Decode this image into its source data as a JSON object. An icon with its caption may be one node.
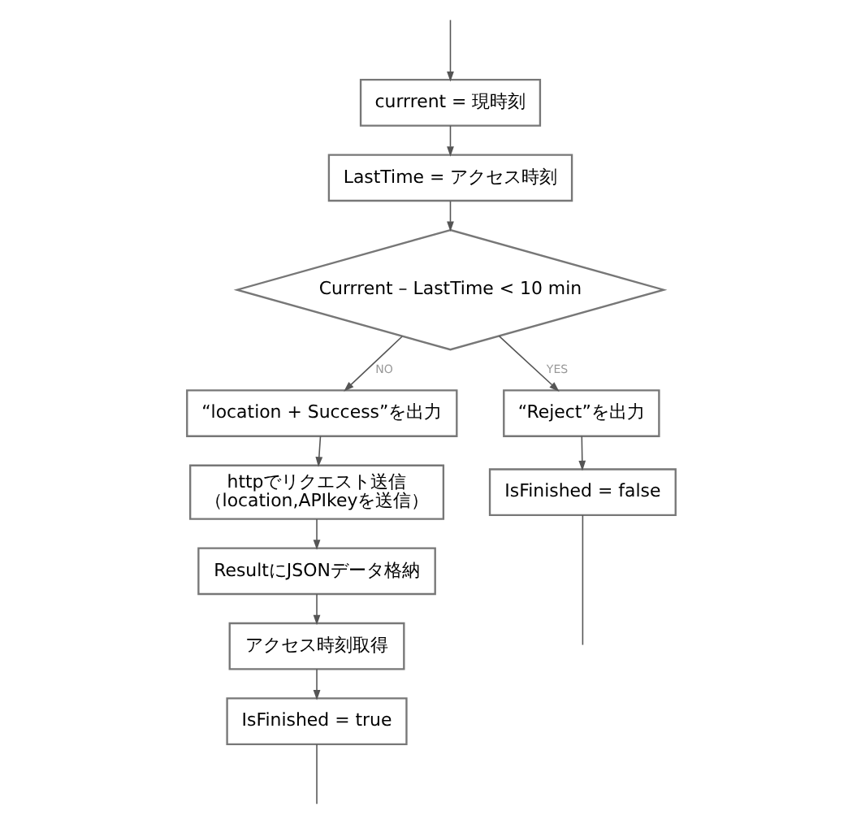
{
  "diagram": {
    "nodes": [
      {
        "text": [
          "currrent = 現時刻"
        ]
      },
      {
        "text": [
          "LastTime = アクセス時刻"
        ]
      },
      {
        "text": [
          "Currrent – LastTime < 10 min"
        ]
      },
      {
        "text": [
          "“location + Success”を出力"
        ]
      },
      {
        "text": [
          "httpでリクエスト送信",
          "（location,APIkeyを送信）"
        ]
      },
      {
        "text": [
          "“Reject”を出力"
        ]
      },
      {
        "text": [
          "IsFinished = false"
        ]
      },
      {
        "text": [
          "ResultにJSONデータ格納"
        ]
      },
      {
        "text": [
          "アクセス時刻取得"
        ]
      },
      {
        "text": [
          "IsFinished = true"
        ]
      }
    ],
    "edges": [
      {
        "from": null,
        "to": 0,
        "arrow": "to"
      },
      {
        "from": 0,
        "to": 1,
        "arrow": "to"
      },
      {
        "from": 1,
        "to": 2,
        "arrow": "to"
      },
      {
        "from": 2,
        "to": 3,
        "arrow": "to",
        "label": "NO"
      },
      {
        "from": 2,
        "to": 5,
        "arrow": "to",
        "label": "YES"
      },
      {
        "from": 5,
        "to": 6,
        "arrow": "to"
      },
      {
        "from": 3,
        "to": 4,
        "arrow": "to"
      },
      {
        "from": 4,
        "to": 7,
        "arrow": "to"
      },
      {
        "from": 7,
        "to": 8,
        "arrow": "to"
      },
      {
        "from": 8,
        "to": 9,
        "arrow": "to"
      },
      {
        "from": 6,
        "to": null,
        "arrow": "none"
      },
      {
        "from": 9,
        "to": null,
        "arrow": "none"
      }
    ]
  }
}
